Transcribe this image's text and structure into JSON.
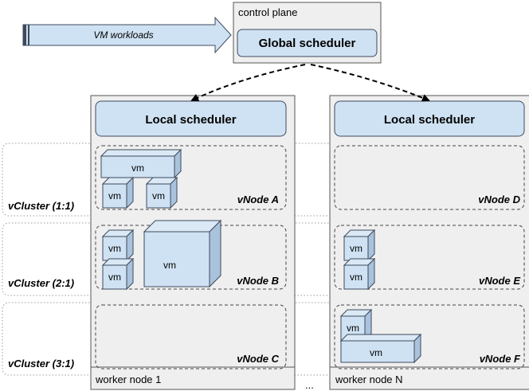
{
  "workload_arrow": {
    "label": "VM workloads"
  },
  "control_plane": {
    "title": "control plane",
    "scheduler": "Global scheduler"
  },
  "worker_nodes": [
    {
      "title": "worker node 1",
      "scheduler": "Local scheduler"
    },
    {
      "title": "worker node N",
      "scheduler": "Local scheduler"
    }
  ],
  "ellipsis": "...",
  "vclusters": [
    {
      "label": "vCluster (1:1)"
    },
    {
      "label": "vCluster (2:1)"
    },
    {
      "label": "vCluster (3:1)"
    }
  ],
  "vnodes": [
    {
      "label": "vNode A"
    },
    {
      "label": "vNode B"
    },
    {
      "label": "vNode C"
    },
    {
      "label": "vNode D"
    },
    {
      "label": "vNode E"
    },
    {
      "label": "vNode F"
    }
  ],
  "vm_label": "vm",
  "colors": {
    "box_fill": "#cfe2f3",
    "box_stroke": "#3d4a5c",
    "panel_fill": "#efefef",
    "panel_stroke": "#555555",
    "dotted_stroke": "#999999"
  }
}
